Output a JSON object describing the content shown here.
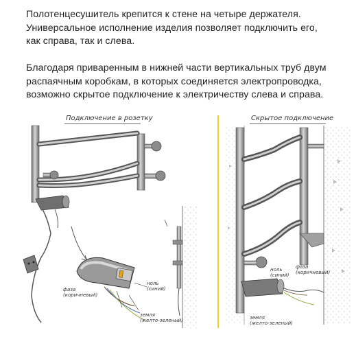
{
  "intro": {
    "paragraph1": [
      "Полотенцесушитель крепится к стене на четыре держателя.",
      "Универсальное исполнение изделия позволяет подключить его,",
      "как справа, так и слева."
    ],
    "paragraph2": [
      "Благодаря приваренным в нижней части вертикальных труб двум",
      "распаячным коробкам, в которых  соединяется электропроводка,",
      "возможно скрытое подключение к электричеству слева и справа."
    ]
  },
  "diagrams": {
    "left_caption": "Подключение в розетку",
    "right_caption": "Скрытое подключение",
    "left_labels": {
      "zero": [
        "ноль",
        "(синий)"
      ],
      "phase": [
        "фаза",
        "(коричневый)"
      ],
      "ground": [
        "земля",
        "(желто-зеленый)"
      ]
    },
    "right_labels": {
      "zero": [
        "ноль",
        "(синий)"
      ],
      "phase": [
        "фаза",
        "(коричневый)"
      ],
      "ground": [
        "земля",
        "(желто-зеленый)"
      ]
    }
  },
  "colors": {
    "divider": "#f2d024",
    "wall_hatch": "#cfcfcf",
    "steel": "#8c8c8c",
    "steel_dark": "#5a5a5a"
  }
}
